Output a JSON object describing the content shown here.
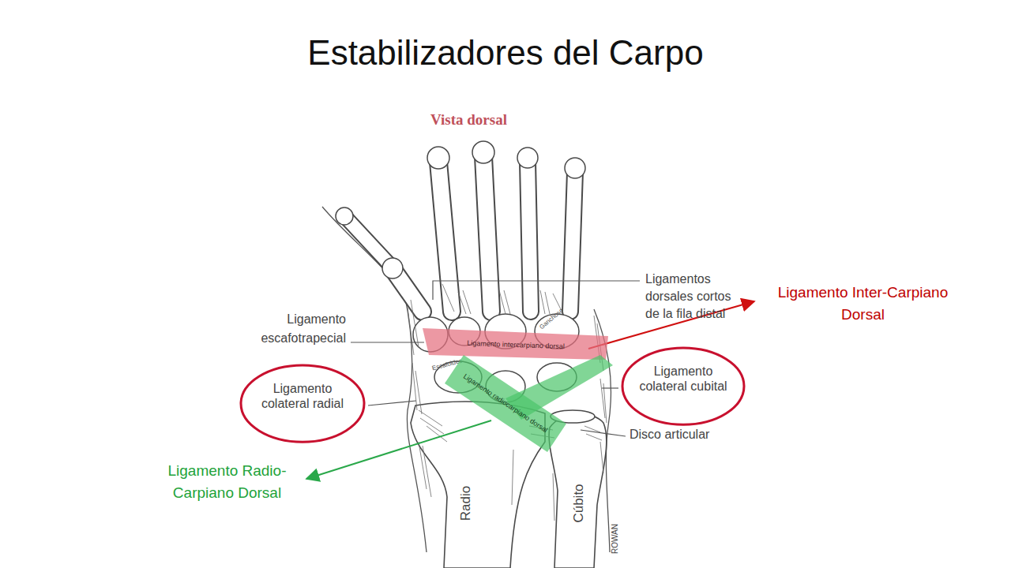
{
  "diagram": {
    "title": "Estabilizadores del Carpo",
    "nodes": [
      {
        "text": [
          "Ligamento intercarpiano dorsal"
        ]
      },
      {
        "text": [
          "Ligamento radiocarpiano dorsal"
        ]
      },
      {
        "text": [
          "Ligamento colateral radial"
        ]
      },
      {
        "text": [
          "Ligamento colateral cubital"
        ]
      }
    ],
    "labels": [
      "Vista dorsal",
      "Ligamentos dorsales cortos de la fila distal",
      "Ligamento escafotrapecial",
      "Ganchoso",
      "Escafoides",
      "Disco articular",
      "Radio",
      "Cúbito",
      "ROWAN",
      "Ligamento Inter-Carpiano Dorsal",
      "Ligamento Radio-Carpiano Dorsal"
    ]
  }
}
